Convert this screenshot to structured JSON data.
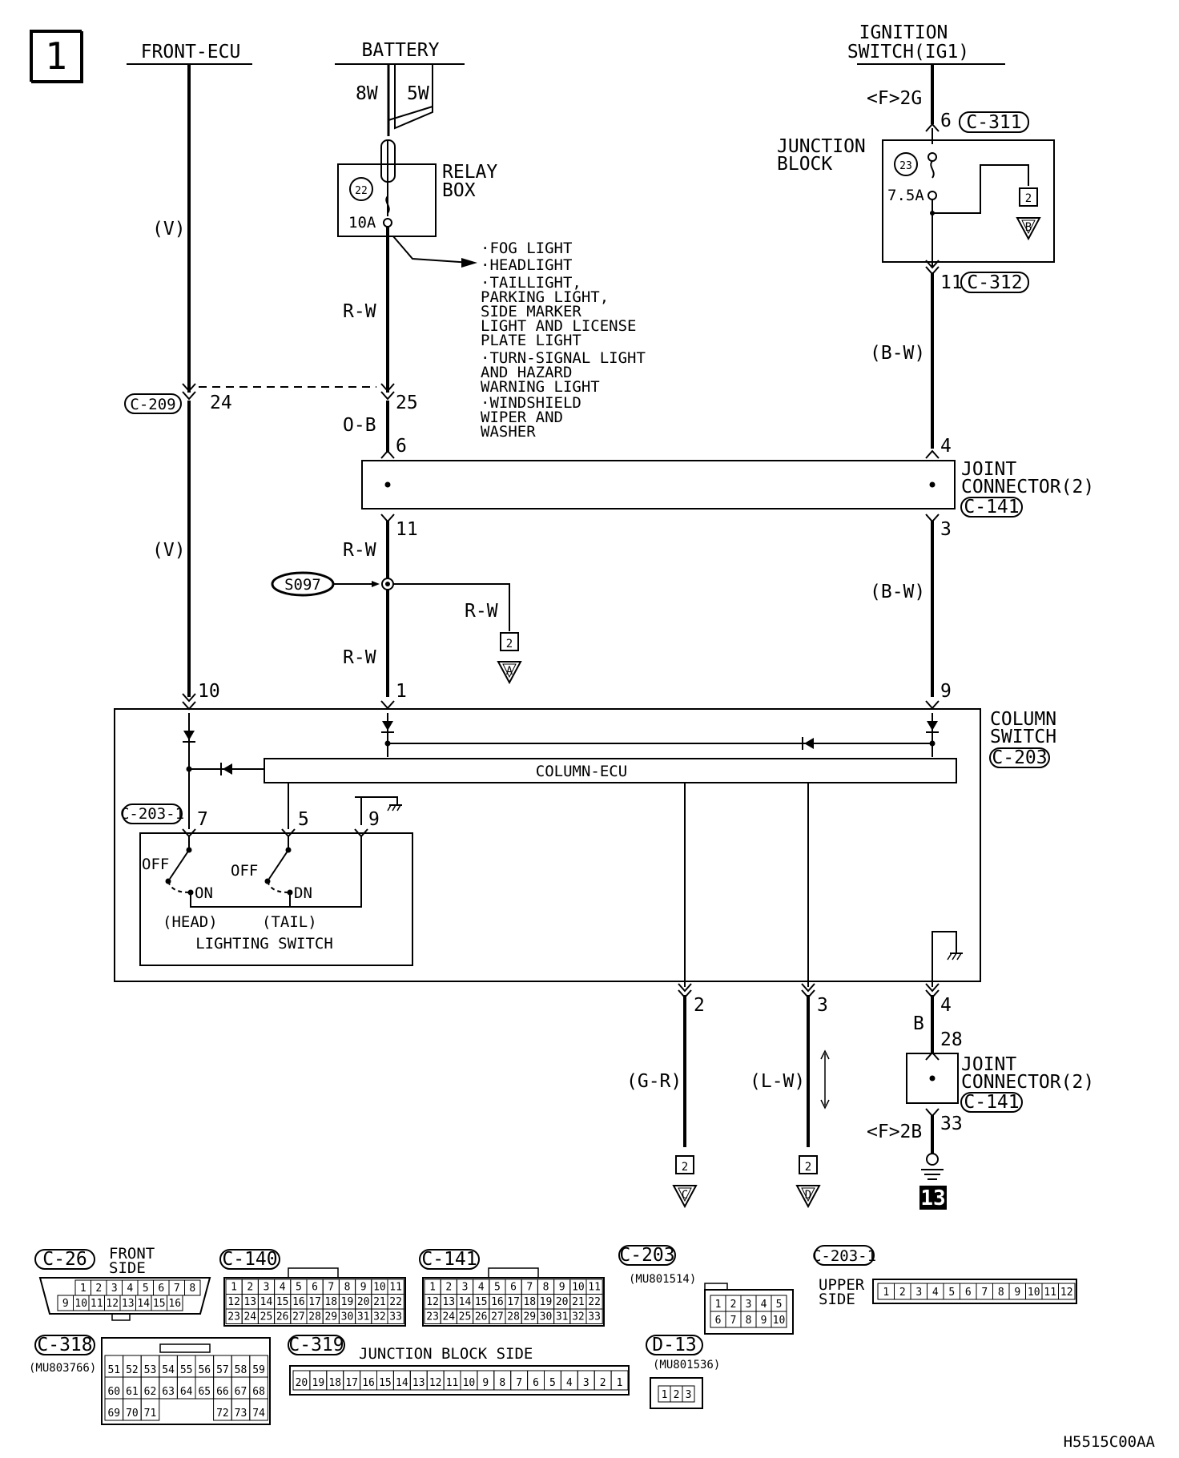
{
  "page_number": "1",
  "doc_code": "H5515C00AA",
  "sources": {
    "front_ecu": "FRONT-ECU",
    "battery": "BATTERY",
    "ignition_line1": "IGNITION",
    "ignition_line2": "SWITCH(IG1)"
  },
  "wires": {
    "v": "(V)",
    "w8": "8W",
    "w5": "5W",
    "rw": "R-W",
    "ob": "O-B",
    "bw": "(B-W)",
    "f2g": "<F>2G",
    "gr": "(G-R)",
    "lw": "(L-W)",
    "b": "B",
    "f2b": "<F>2B"
  },
  "relay_box": {
    "line1": "RELAY",
    "line2": "BOX",
    "fuse_no": "22",
    "rating": "10A"
  },
  "junction_block": {
    "line1": "JUNCTION",
    "line2": "BLOCK",
    "fuse_no": "23",
    "rating": "7.5A"
  },
  "loads": [
    "·FOG LIGHT",
    "·HEADLIGHT",
    "·TAILLIGHT,",
    " PARKING LIGHT,",
    " SIDE MARKER",
    " LIGHT AND LICENSE",
    " PLATE LIGHT",
    "·TURN-SIGNAL LIGHT",
    " AND HAZARD",
    " WARNING LIGHT",
    "·WINDSHIELD",
    " WIPER AND",
    " WASHER"
  ],
  "connectors": {
    "c311": "C-311",
    "c312": "C-312",
    "c209": "C-209",
    "c141": "C-141",
    "c203": "C-203",
    "c2031": "C-203-1"
  },
  "pins": {
    "p6a": "6",
    "p11a": "11",
    "p24": "24",
    "p25": "25",
    "p6b": "6",
    "p4a": "4",
    "p11b": "11",
    "p3a": "3",
    "p10": "10",
    "p1": "1",
    "p9a": "9",
    "p7": "7",
    "p5": "5",
    "p9b": "9",
    "p2": "2",
    "p3b": "3",
    "p4b": "4",
    "p28": "28",
    "p33": "33"
  },
  "joint_connector": {
    "line1": "JOINT",
    "line2": "CONNECTOR(2)"
  },
  "splice": "S097",
  "column_switch": {
    "line1": "COLUMN",
    "line2": "SWITCH",
    "ecu": "COLUMN-ECU"
  },
  "lighting_switch": {
    "title": "LIGHTING SWITCH",
    "off": "OFF",
    "on_head": "ON",
    "on_tail": "DN",
    "head": "(HEAD)",
    "tail": "(TAIL)"
  },
  "refs": {
    "page": "2",
    "a": "A",
    "b": "B",
    "c": "C",
    "d": "D"
  },
  "ground_no": "13",
  "views": {
    "c26": {
      "id": "C-26",
      "side1": "FRONT",
      "side2": "SIDE",
      "row1": [
        "1",
        "2",
        "3",
        "4",
        "5",
        "6",
        "7",
        "8"
      ],
      "row2": [
        "9",
        "10",
        "11",
        "12",
        "13",
        "14",
        "15",
        "16"
      ]
    },
    "c140": {
      "id": "C-140",
      "row1": [
        "1",
        "2",
        "3",
        "4",
        "5",
        "6",
        "7",
        "8",
        "9",
        "10",
        "11"
      ],
      "row2": [
        "12",
        "13",
        "14",
        "15",
        "16",
        "17",
        "18",
        "19",
        "20",
        "21",
        "22"
      ],
      "row3": [
        "23",
        "24",
        "25",
        "26",
        "27",
        "28",
        "29",
        "30",
        "31",
        "32",
        "33"
      ]
    },
    "c141": {
      "id": "C-141",
      "row1": [
        "1",
        "2",
        "3",
        "4",
        "5",
        "6",
        "7",
        "8",
        "9",
        "10",
        "11"
      ],
      "row2": [
        "12",
        "13",
        "14",
        "15",
        "16",
        "17",
        "18",
        "19",
        "20",
        "21",
        "22"
      ],
      "row3": [
        "23",
        "24",
        "25",
        "26",
        "27",
        "28",
        "29",
        "30",
        "31",
        "32",
        "33"
      ]
    },
    "c203": {
      "id": "C-203",
      "part": "(MU801514)",
      "row1": [
        "1",
        "2",
        "3",
        "4",
        "5"
      ],
      "row2": [
        "6",
        "7",
        "8",
        "9",
        "10"
      ]
    },
    "c2031": {
      "id": "C-203-1",
      "side1": "UPPER",
      "side2": "SIDE",
      "row1": [
        "1",
        "2",
        "3",
        "4",
        "5",
        "6",
        "7",
        "8",
        "9",
        "10",
        "11",
        "12"
      ]
    },
    "c318": {
      "id": "C-318",
      "part": "(MU803766)",
      "row1": [
        "51",
        "52",
        "53",
        "54",
        "55",
        "56",
        "57",
        "58",
        "59"
      ],
      "row2": [
        "60",
        "61",
        "62",
        "63",
        "64",
        "65",
        "66",
        "67",
        "68"
      ],
      "row3": [
        "69",
        "70",
        "71",
        "72",
        "73",
        "74"
      ]
    },
    "c319": {
      "id": "C-319",
      "title": "JUNCTION BLOCK SIDE",
      "row1": [
        "20",
        "19",
        "18",
        "17",
        "16",
        "15",
        "14",
        "13",
        "12",
        "11",
        "10",
        "9",
        "8",
        "7",
        "6",
        "5",
        "4",
        "3",
        "2",
        "1"
      ]
    },
    "d13": {
      "id": "D-13",
      "part": "(MU801536)",
      "row1": [
        "1",
        "2",
        "3"
      ]
    }
  }
}
